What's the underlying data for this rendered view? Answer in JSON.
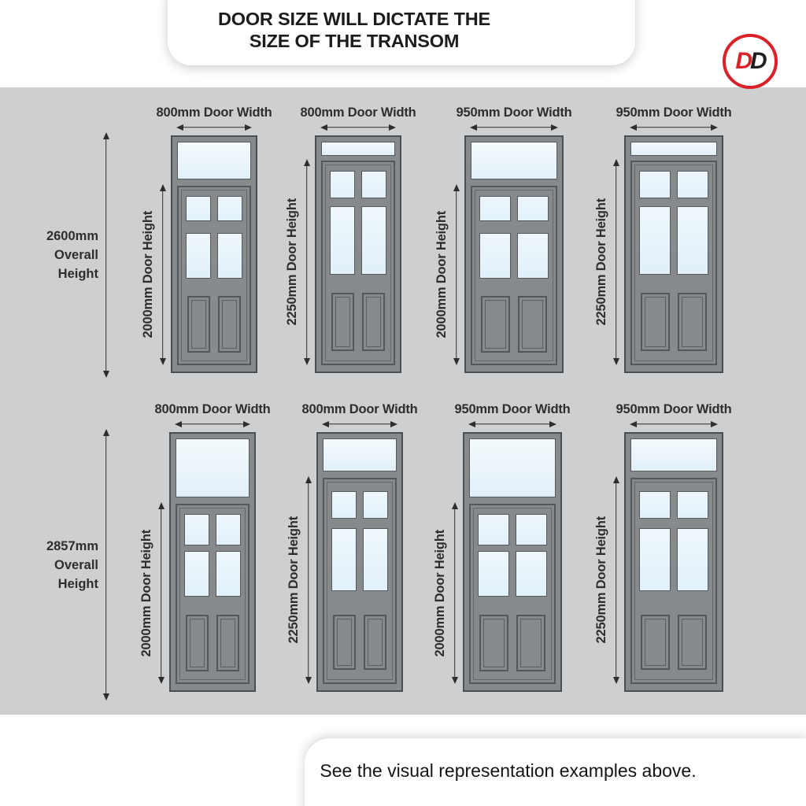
{
  "header": {
    "title_line1": "DOOR SIZE WILL DICTATE THE",
    "title_line2": "SIZE OF THE TRANSOM",
    "logo": {
      "letter1": "D",
      "letter2": "D"
    }
  },
  "footer": {
    "note": "See the visual representation examples above."
  },
  "colors": {
    "accent_red": "#da2128",
    "band_gray": "#cecfd1",
    "door_gray": "#868a8d",
    "door_border": "#4c4f52",
    "glass_blue": "#e8f3fa",
    "text_ink": "#2e2d2f"
  },
  "rows": [
    {
      "overall_lines": [
        "2600mm",
        "Overall",
        "Height"
      ]
    },
    {
      "overall_lines": [
        "2857mm",
        "Overall",
        "Height"
      ]
    }
  ],
  "doors": [
    {
      "width_label": "800mm Door Width",
      "height_label": "2000mm Door Height"
    },
    {
      "width_label": "800mm Door Width",
      "height_label": "2250mm Door Height"
    },
    {
      "width_label": "950mm Door Width",
      "height_label": "2000mm Door Height"
    },
    {
      "width_label": "950mm Door Width",
      "height_label": "2250mm Door Height"
    },
    {
      "width_label": "800mm Door Width",
      "height_label": "2000mm Door Height"
    },
    {
      "width_label": "800mm Door Width",
      "height_label": "2250mm Door Height"
    },
    {
      "width_label": "950mm Door Width",
      "height_label": "2000mm Door Height"
    },
    {
      "width_label": "950mm Door Width",
      "height_label": "2250mm Door Height"
    }
  ]
}
